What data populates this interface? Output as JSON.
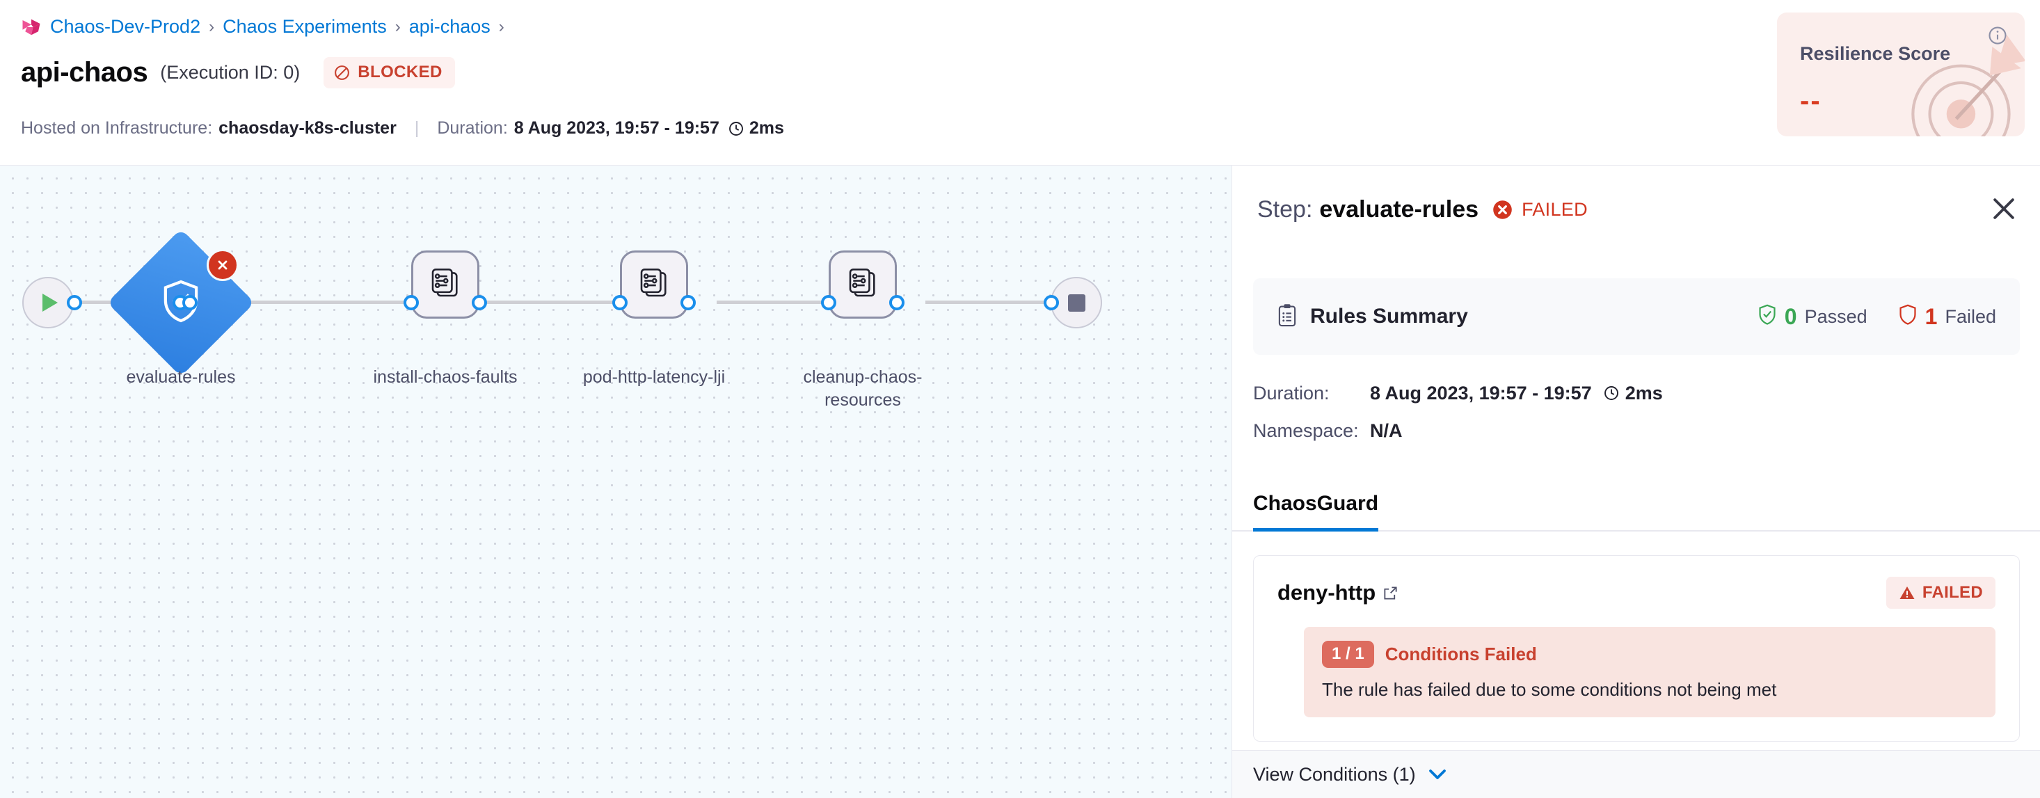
{
  "header": {
    "breadcrumb": {
      "logo_icon": "chaos-logo-icon",
      "items": [
        "Chaos-Dev-Prod2",
        "Chaos Experiments",
        "api-chaos"
      ],
      "separator": "›",
      "trailing_separator": "›"
    },
    "title": "api-chaos",
    "execution_id": "(Execution ID: 0)",
    "status_badge": {
      "label": "BLOCKED",
      "icon": "blocked-icon",
      "color": "#c8412f",
      "bg": "#fdf1f0"
    },
    "meta": {
      "infra_label": "Hosted on Infrastructure:",
      "infra_value": "chaosday-k8s-cluster",
      "separator": "|",
      "duration_label": "Duration:",
      "duration_value": "8 Aug 2023, 19:57 - 19:57",
      "clock_icon": "clock-icon",
      "elapsed": "2ms"
    },
    "resilience": {
      "title": "Resilience Score",
      "value": "--",
      "info_icon": "info-icon",
      "art_icon": "target-dart-icon",
      "bg": "#fbeeec",
      "value_color": "#d93b20"
    }
  },
  "canvas": {
    "start_node": {
      "name": "start-node",
      "icon": "play-icon"
    },
    "end_node": {
      "name": "end-node",
      "icon": "stop-icon"
    },
    "nodes": [
      {
        "label": "evaluate-rules",
        "shape": "diamond",
        "icon": "shield-check-icon",
        "status": "failed",
        "status_icon": "error-x-icon"
      },
      {
        "label": "install-chaos-faults",
        "shape": "square",
        "icon": "chaos-fault-stack-icon",
        "status": "none"
      },
      {
        "label": "pod-http-latency-lji",
        "shape": "square",
        "icon": "chaos-fault-stack-icon",
        "status": "none"
      },
      {
        "label": "cleanup-chaos-resources",
        "shape": "square",
        "icon": "chaos-fault-stack-icon",
        "status": "none"
      }
    ],
    "accent": "#1a8fec",
    "grid_bg": "#f4fafd"
  },
  "panel": {
    "step_prefix": "Step:",
    "step_name": "evaluate-rules",
    "step_status": "FAILED",
    "step_status_icon": "error-x-circle-icon",
    "close_icon": "close-icon",
    "rules_summary": {
      "icon": "clipboard-list-icon",
      "title": "Rules Summary",
      "passed_count": "0",
      "passed_label": "Passed",
      "passed_icon": "shield-check-green-icon",
      "failed_count": "1",
      "failed_label": "Failed",
      "failed_icon": "shield-red-icon"
    },
    "details": [
      {
        "key": "Duration:",
        "value": "8 Aug 2023, 19:57 - 19:57",
        "icon": "clock-icon",
        "extra": "2ms"
      },
      {
        "key": "Namespace:",
        "value": "N/A",
        "icon": "",
        "extra": ""
      }
    ],
    "tabs": [
      {
        "label": "ChaosGuard",
        "active": true
      }
    ],
    "rule": {
      "name": "deny-http",
      "link_icon": "external-link-icon",
      "status_badge": {
        "label": "FAILED",
        "icon": "warning-triangle-icon"
      },
      "condition": {
        "pill": "1 / 1",
        "label": "Conditions Failed",
        "description": "The rule has failed due to some conditions not being met"
      }
    },
    "view_conditions": {
      "label": "View Conditions (1)",
      "icon": "chevron-down-icon"
    }
  }
}
